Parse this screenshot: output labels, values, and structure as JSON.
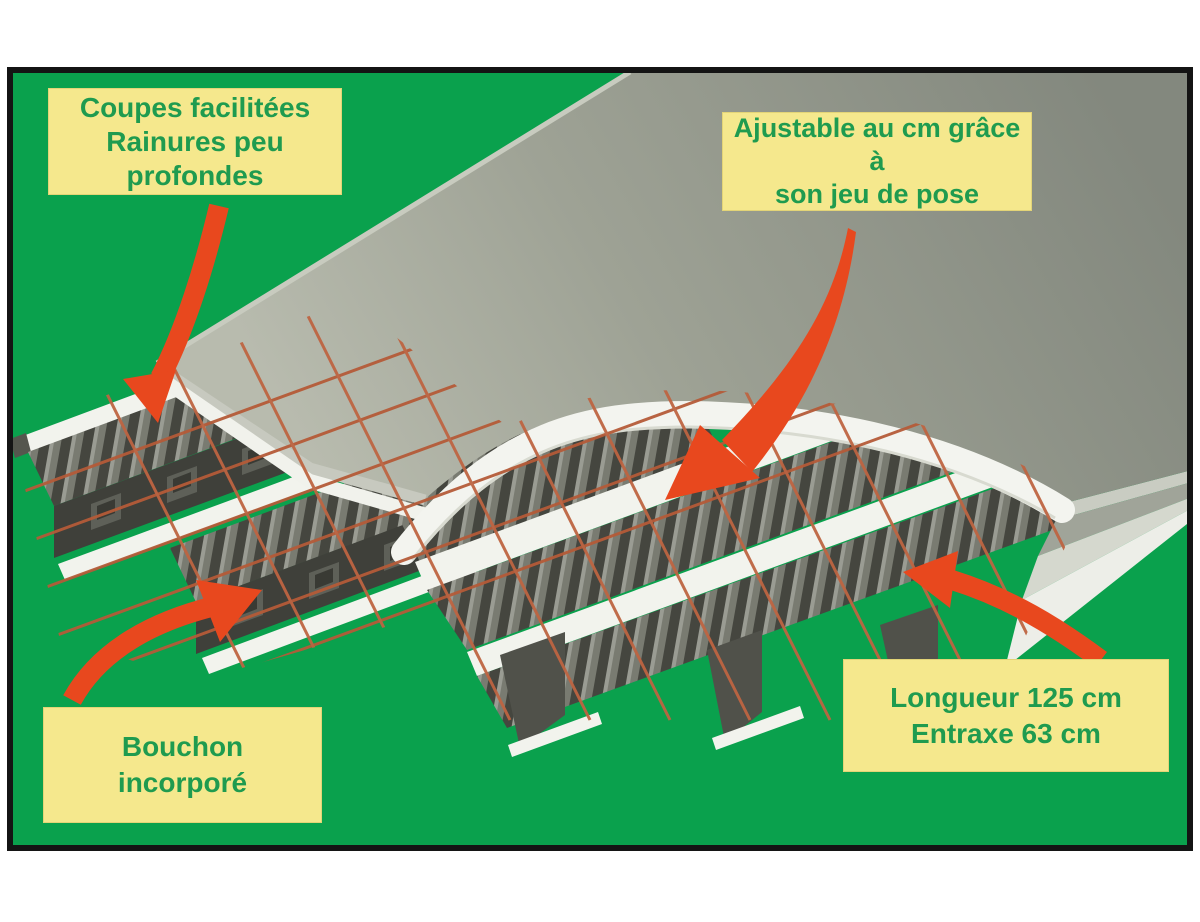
{
  "frame": {
    "background_color": "#0AA14D",
    "border_color": "#141414"
  },
  "callouts": {
    "style": {
      "background": "#F5E88D",
      "text_color": "#1F9B4F"
    },
    "top_left": {
      "lines": [
        "Coupes facilitées",
        "Rainures peu",
        "profondes"
      ]
    },
    "top_right": {
      "lines": [
        "Ajustable au cm grâce à",
        "son jeu de pose"
      ]
    },
    "bottom_left": {
      "lines": [
        "Bouchon",
        "incorporé"
      ]
    },
    "bottom_right": {
      "lines": [
        "Longueur 125 cm",
        "Entraxe 63 cm"
      ]
    }
  },
  "illustration": {
    "arrow_color": "#E8481E",
    "slab_color": "#9EA295",
    "panel_rib_dark": "#45463F",
    "panel_rib_light": "#797B71",
    "beam_color": "#F2F3ED",
    "rebar_color": "#B55B38",
    "elements": [
      "concrete-slab",
      "ribbed-insulation-panels",
      "support-beams",
      "rebar-mesh",
      "end-plugs"
    ]
  }
}
